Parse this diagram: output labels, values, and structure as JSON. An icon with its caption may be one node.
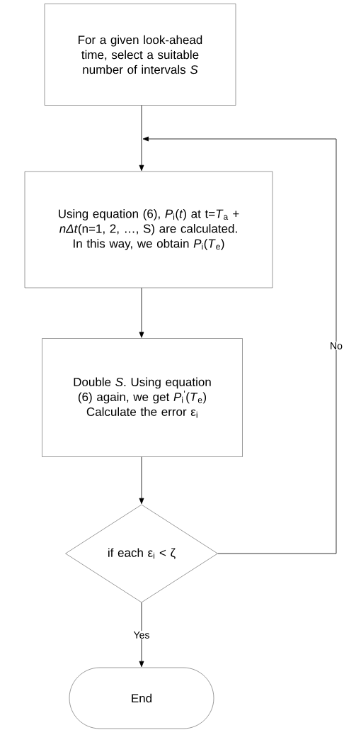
{
  "diagram": {
    "nodes": [
      {
        "text": [
          "For a given look-ahead time, select a suitable number of intervals *S*"
        ]
      },
      {
        "text": [
          "Using equation (6), *P*$_{i}$(*t*) at t=*T*$_{a}$ + *nΔt*(n=1, 2, …, S) are calculated.  In this way, we obtain *P*$_{i}$(*T*$_{e}$)"
        ]
      },
      {
        "text": [
          "Double *S*. Using equation (6) again, we get *P*$_{i}$$^{'}$(*T*$_{e}$) Calculate the error ε$_{i}$"
        ]
      },
      {
        "text": [
          "if each ε$_{i}$ < ζ"
        ]
      },
      {
        "text": [
          "End"
        ]
      }
    ],
    "edges": [
      {
        "from": 0,
        "to": 1,
        "arrow": "to"
      },
      {
        "from": 1,
        "to": 2,
        "arrow": "to"
      },
      {
        "from": 2,
        "to": 3,
        "arrow": "to"
      },
      {
        "from": 3,
        "to": 4,
        "arrow": "to",
        "label": "Yes"
      },
      {
        "from": 3,
        "to": 1,
        "arrow": "to",
        "label": "No"
      }
    ]
  }
}
